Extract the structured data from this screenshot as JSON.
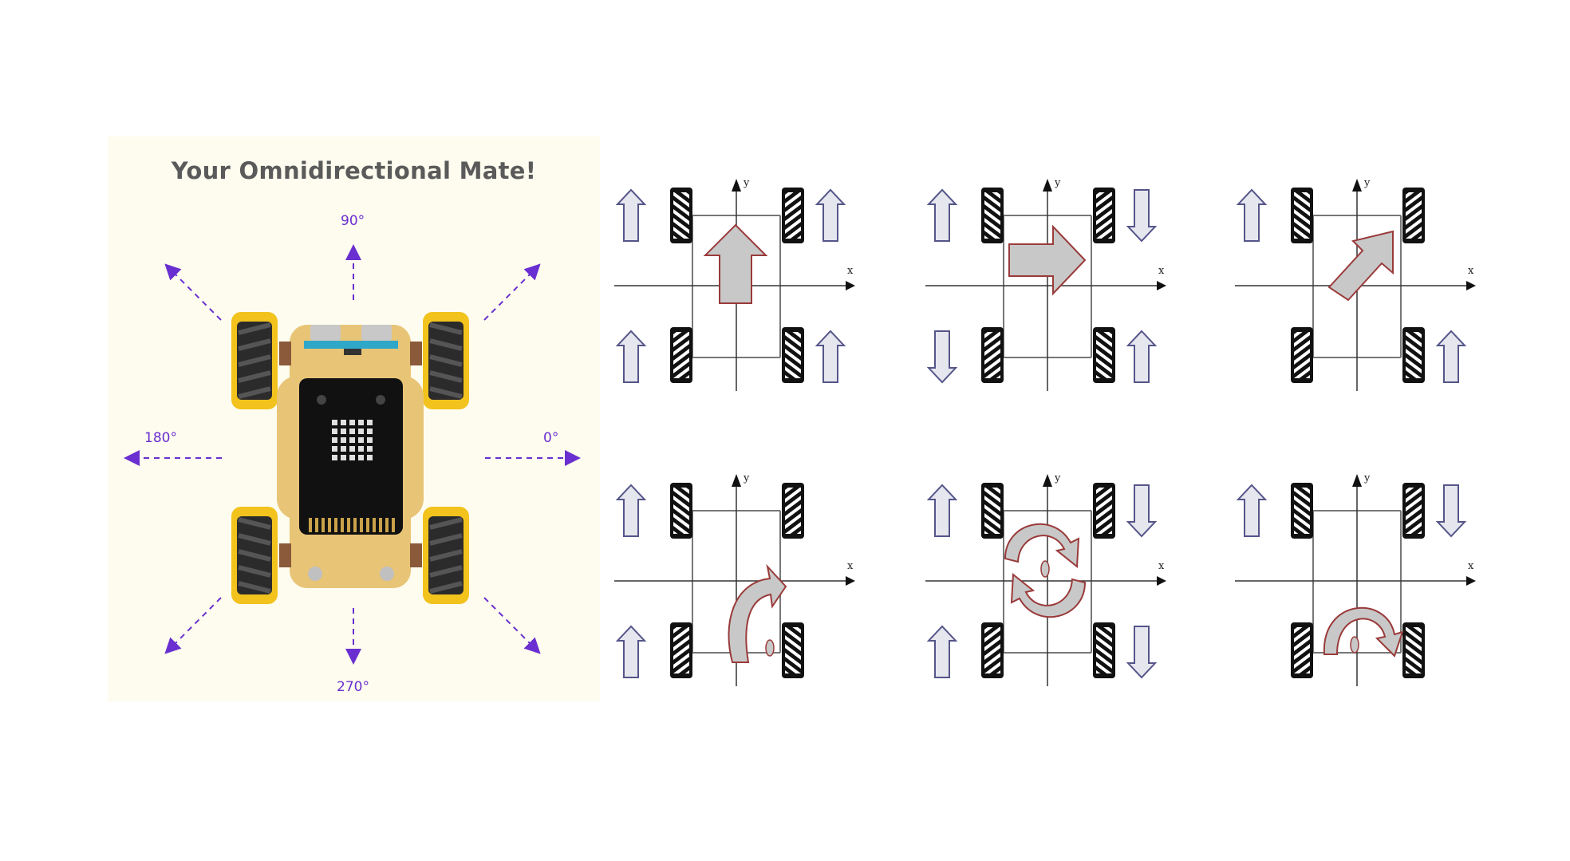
{
  "left": {
    "title": "Your Omnidirectional Mate!",
    "angles": {
      "a90": "90°",
      "a0": "0°",
      "a180": "180°",
      "a270": "270°"
    },
    "colors": {
      "panel": "#fdfcef",
      "arrows": "#6a2fd0",
      "board": "#e8c476",
      "wheel": "#f2c21d"
    }
  },
  "diagrams": {
    "axis_x": "x",
    "axis_y": "y",
    "items": [
      {
        "id": "forward",
        "wheels": {
          "fl": "up",
          "fr": "up",
          "rl": "up",
          "rr": "up"
        }
      },
      {
        "id": "right",
        "wheels": {
          "fl": "up",
          "fr": "down",
          "rl": "down",
          "rr": "up"
        }
      },
      {
        "id": "diagonal",
        "wheels": {
          "fl": "up",
          "fr": "none",
          "rl": "none",
          "rr": "up"
        }
      },
      {
        "id": "pivot-rear-right",
        "wheels": {
          "fl": "up",
          "fr": "none",
          "rl": "up",
          "rr": "none"
        }
      },
      {
        "id": "rotate",
        "wheels": {
          "fl": "up",
          "fr": "down",
          "rl": "up",
          "rr": "down"
        }
      },
      {
        "id": "pivot-rear-axle",
        "wheels": {
          "fl": "up",
          "fr": "down",
          "rl": "none",
          "rr": "none"
        }
      }
    ]
  }
}
